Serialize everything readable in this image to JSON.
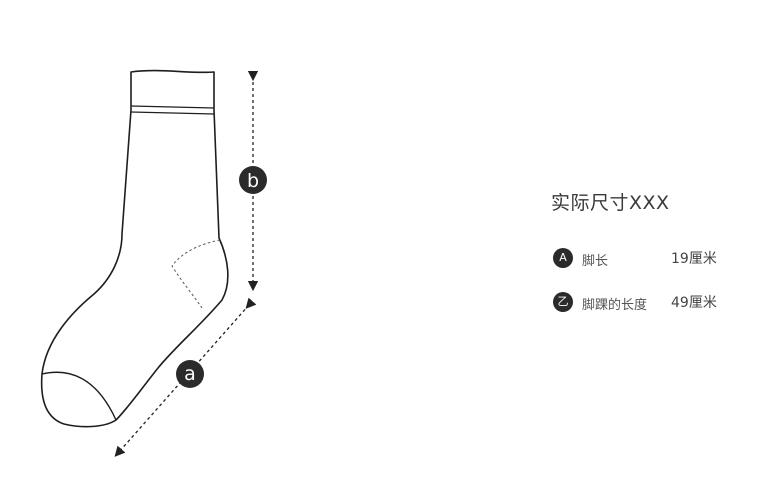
{
  "diagram": {
    "label_a": "a",
    "label_b": "b"
  },
  "legend": {
    "title": "实际尺寸XXX",
    "items": [
      {
        "badge": "A",
        "label": "脚长",
        "value": "19厘米"
      },
      {
        "badge": "乙",
        "label": "脚踝的长度",
        "value": "49厘米"
      }
    ]
  }
}
